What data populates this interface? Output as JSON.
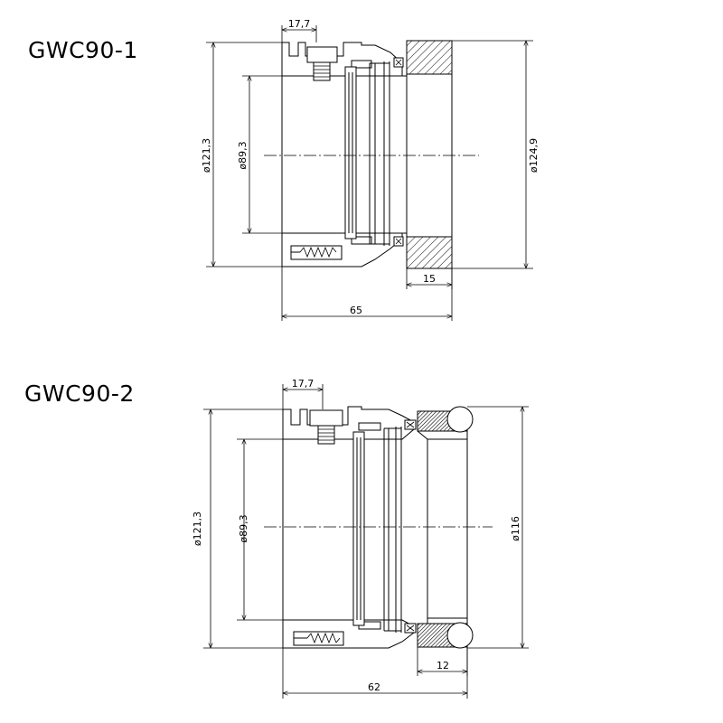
{
  "titles": {
    "part1": "GWC90-1",
    "part2": "GWC90-2"
  },
  "part1": {
    "d_outer": "ø121,3",
    "d_bore": "ø89,3",
    "d_flange": "ø124,9",
    "w_top": "17,7",
    "w_flange": "15",
    "len": "65"
  },
  "part2": {
    "d_outer": "ø121,3",
    "d_bore": "ø89,3",
    "d_ring": "ø116",
    "w_top": "17,7",
    "w_ring": "12",
    "len": "62"
  }
}
